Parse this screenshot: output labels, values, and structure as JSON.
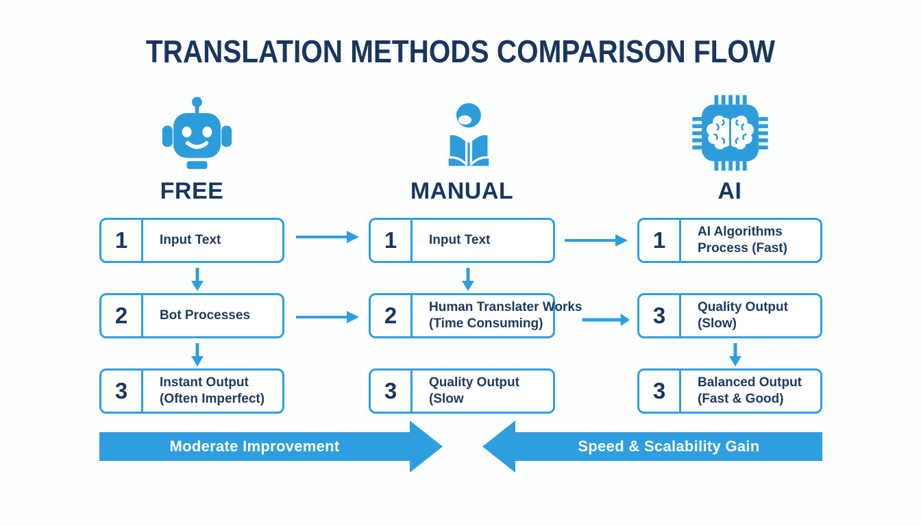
{
  "title": "TRANSLATION METHODS COMPARISON FLOW",
  "colors": {
    "blue": "#2e9ee0",
    "icon_blue": "#2d9cdb",
    "navy": "#1b3a5e",
    "background": "#ffffff",
    "arrow_text": "#ffffff"
  },
  "columns": [
    {
      "label": "FREE",
      "icon": "robot-icon",
      "steps": [
        {
          "num": "1",
          "line1": "Input Text",
          "line2": ""
        },
        {
          "num": "2",
          "line1": "Bot Processes",
          "line2": ""
        },
        {
          "num": "3",
          "line1": "Instant Output",
          "line2": "(Often Imperfect)"
        }
      ]
    },
    {
      "label": "MANUAL",
      "icon": "person-reading-icon",
      "steps": [
        {
          "num": "1",
          "line1": "Input Text",
          "line2": ""
        },
        {
          "num": "2",
          "line1": "Human Translater Works",
          "line2": "(Time Consuming)"
        },
        {
          "num": "3",
          "line1": "Quality Output",
          "line2": "(Slow"
        }
      ]
    },
    {
      "label": "AI",
      "icon": "chip-brain-icon",
      "steps": [
        {
          "num": "1",
          "line1": "AI Algorithms",
          "line2": "Process (Fast)"
        },
        {
          "num": "3",
          "line1": "Quality Output",
          "line2": "(Slow)"
        },
        {
          "num": "3",
          "line1": "Balanced Output",
          "line2": "(Fast & Good)"
        }
      ]
    }
  ],
  "bottom_arrows": [
    {
      "label": "Moderate Improvement",
      "direction": "right"
    },
    {
      "label": "Speed & Scalability Gain",
      "direction": "left"
    }
  ]
}
